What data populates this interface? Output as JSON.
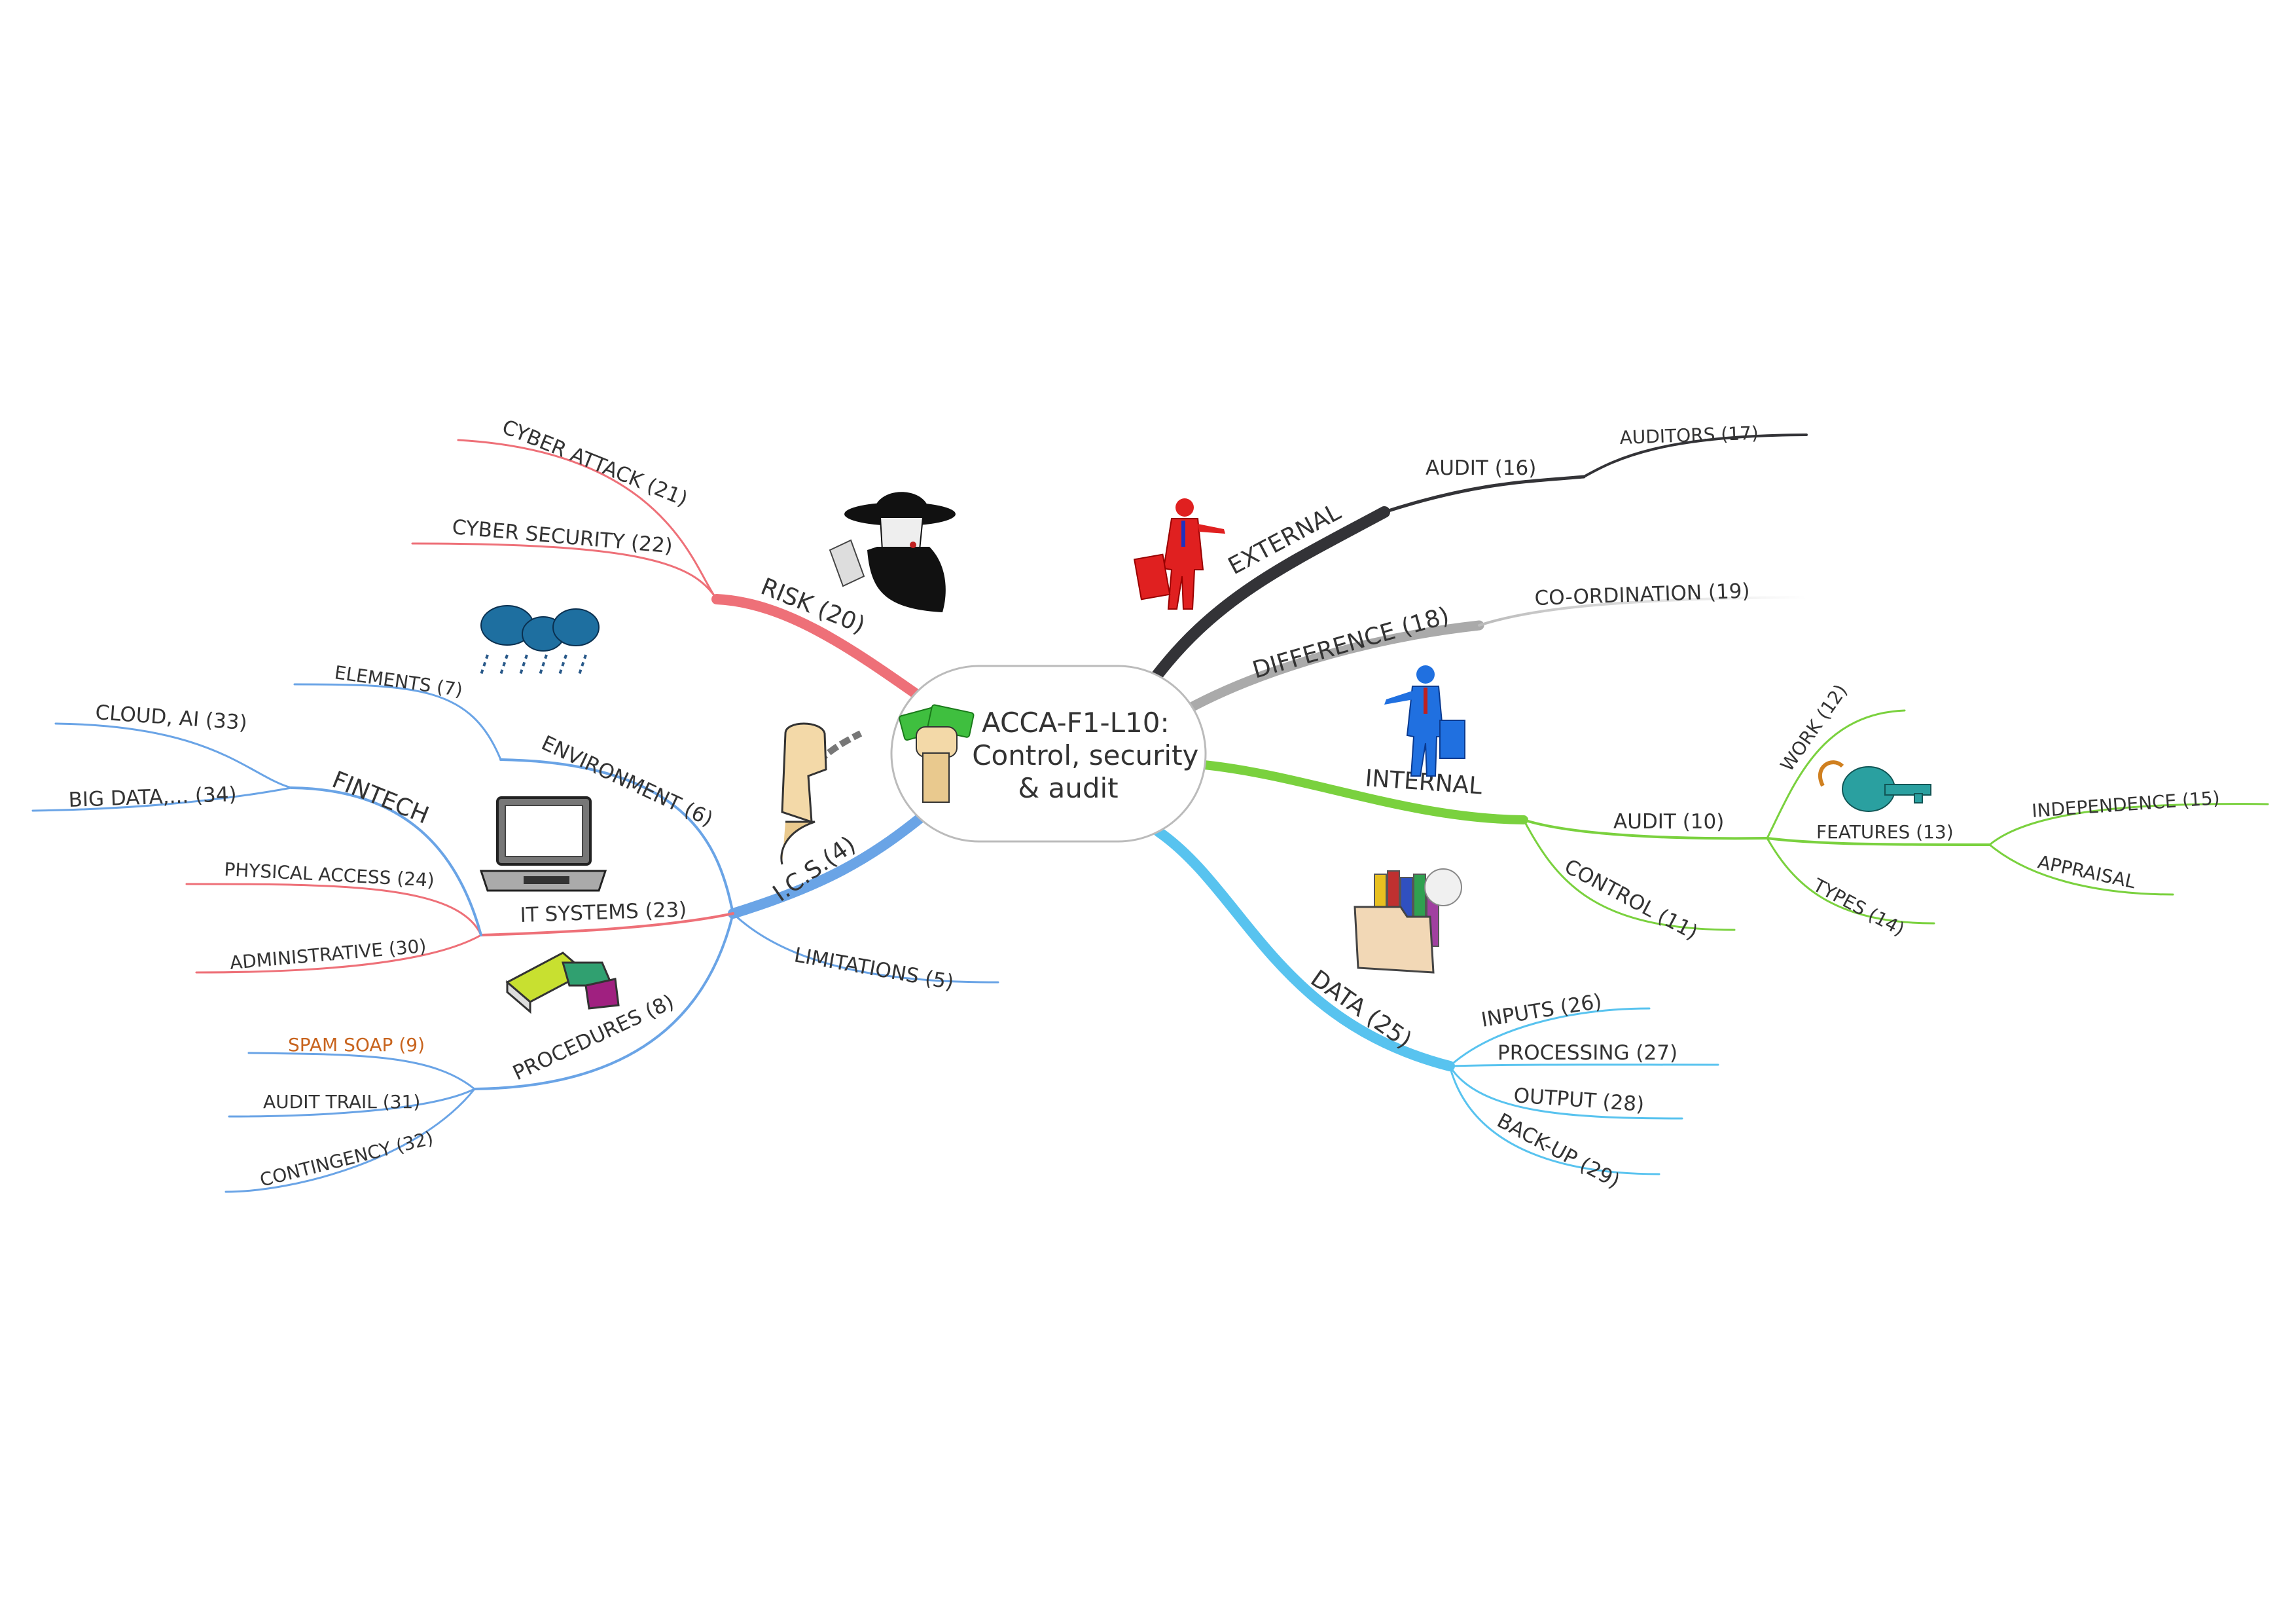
{
  "center": {
    "lines": [
      "ACCA-F1-L10:",
      "Control, security",
      "& audit"
    ],
    "icon": "money-fist-icon"
  },
  "colors": {
    "external": "#333337",
    "difference": "#8c8c8c",
    "internal": "#7ad13e",
    "data": "#58c3ef",
    "ics": "#6aa4e6",
    "risk": "#ee7078",
    "orange_text": "#c8641e"
  },
  "branches": {
    "external": {
      "label": "EXTERNAL",
      "icon": "red-businessman-icon",
      "audit": {
        "label": "AUDIT (16)",
        "auditors": "AUDITORS (17)"
      }
    },
    "difference": {
      "label": "DIFFERENCE (18)",
      "coordination": "CO-ORDINATION (19)"
    },
    "internal": {
      "label": "INTERNAL",
      "icon": "blue-businessman-icon",
      "audit": {
        "label": "AUDIT (10)",
        "work": "WORK (12)",
        "features": "FEATURES (13)",
        "features_icon": "key-icon",
        "independence": "INDEPENDENCE (15)",
        "appraisal": "APPRAISAL",
        "types": "TYPES (14)"
      },
      "control": "CONTROL (11)"
    },
    "data": {
      "label": "DATA (25)",
      "icon": "folder-files-icon",
      "items": [
        "INPUTS (26)",
        "PROCESSING (27)",
        "OUTPUT (28)",
        "BACK-UP (29)"
      ]
    },
    "ics": {
      "label": "I.C.S.(4)",
      "icon": "chained-fist-icon",
      "environment": {
        "label": "ENVIRONMENT (6)",
        "elements": "ELEMENTS (7)",
        "icon": "rain-cloud-icon"
      },
      "limitations": "LIMITATIONS (5)",
      "procedures": {
        "label": "PROCEDURES (8)",
        "spam_soap": "SPAM SOAP",
        "spam_soap_num": "(9)",
        "audit_trail": "AUDIT TRAIL (31)",
        "contingency": "CONTINGENCY (32)",
        "icon": "books-icon"
      }
    },
    "risk": {
      "label": "RISK (20)",
      "icon": "hacker-icon",
      "cyber_attack": "CYBER ATTACK (21)",
      "cyber_security": "CYBER SECURITY (22)",
      "it_systems": {
        "label": "IT SYSTEMS (23)",
        "physical_access": "PHYSICAL ACCESS (24)",
        "administrative": "ADMINISTRATIVE (30)",
        "icon": "laptop-icon",
        "fintech": {
          "label": "FINTECH",
          "cloud_ai": "CLOUD, AI (33)",
          "big_data": "BIG DATA,... (34)"
        }
      }
    }
  }
}
